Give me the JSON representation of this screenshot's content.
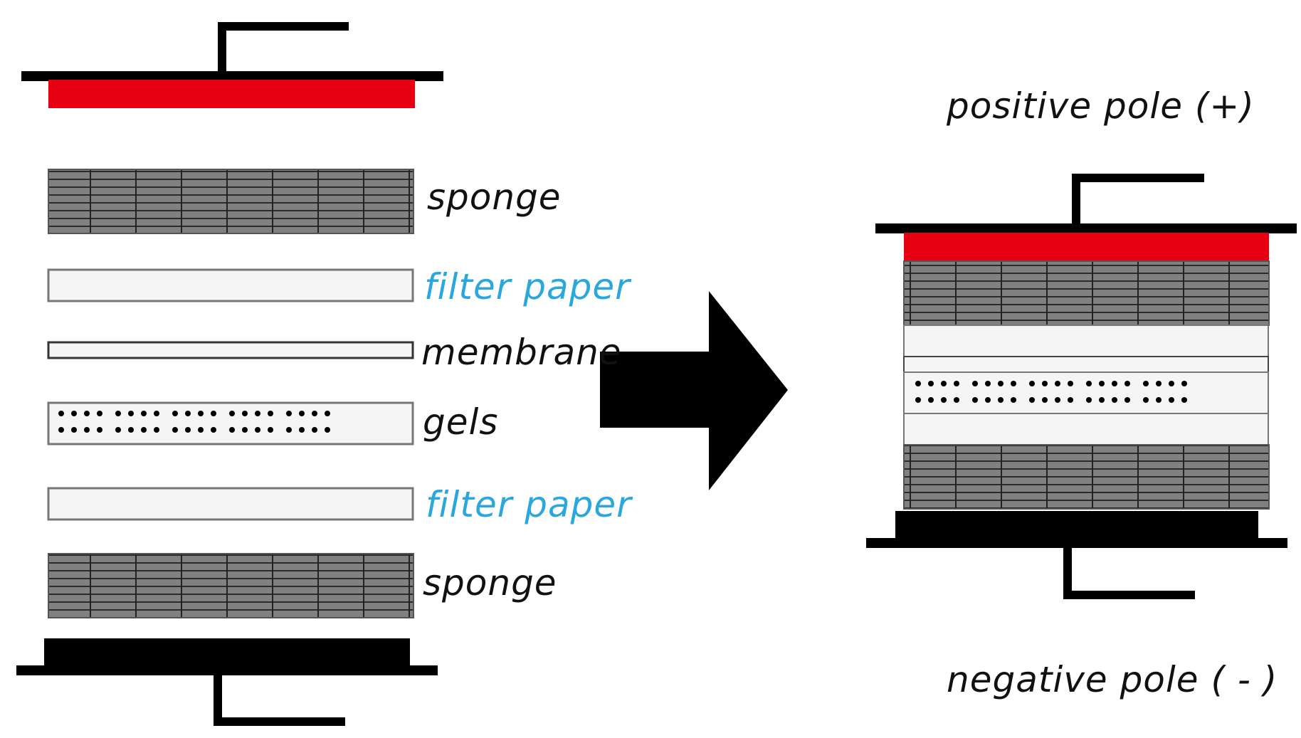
{
  "labels": {
    "sponge_top": "sponge",
    "filter_paper_top": "filter paper",
    "membrane": "membrane",
    "gels": "gels",
    "filter_paper_bottom": "filter paper",
    "sponge_bottom": "sponge",
    "positive_pole": "positive pole  (+)",
    "negative_pole": "negative pole  ( - )"
  },
  "colors": {
    "electrode_red": "#e60012",
    "plate_black": "#000000",
    "sponge_gray": "#7a7a7a",
    "sponge_line": "#2b2b2b",
    "paper_fill": "#f4f5f4",
    "filter_label_blue": "#2aa7dc",
    "arrow": "#000000"
  },
  "icons": {
    "arrow": "right-arrow-icon"
  }
}
